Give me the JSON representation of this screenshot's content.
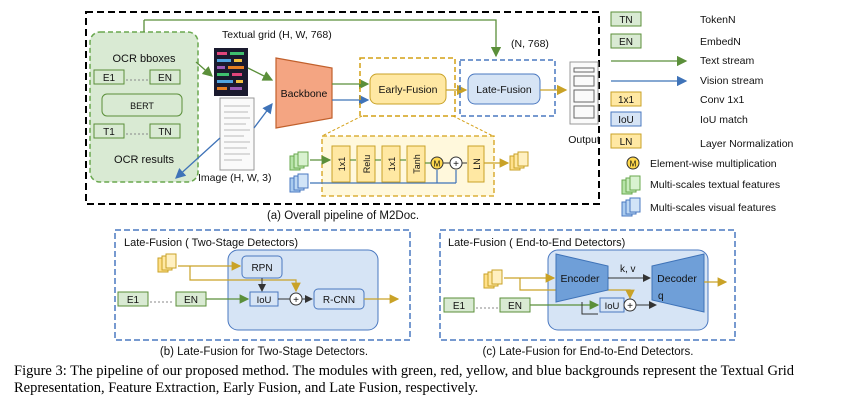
{
  "colors": {
    "green_fill": "#d9ead3",
    "green_stroke": "#6aa84f",
    "red_fill": "#f4a582",
    "yellow_fill": "#ffe8a3",
    "yellow_stroke": "#d4a017",
    "blue_fill": "#d6e4f5",
    "blue_stroke": "#4a78c0",
    "text_arrow": "#5b8f3a",
    "vision_arrow": "#3f73b8",
    "output_arrow": "#c9a227"
  },
  "main": {
    "ocr_bboxes": "OCR bboxes",
    "ocr_results": "OCR results",
    "e1": "E1",
    "en": "EN",
    "t1": "T1",
    "tn": "TN",
    "bert": "BERT",
    "textual_grid": "Textual grid (H, W, 768)",
    "image_label": "Image (H, W, 3)",
    "backbone": "Backbone",
    "early_fusion": "Early-Fusion",
    "late_fusion": "Late-Fusion",
    "n768": "(N, 768)",
    "output": "Output",
    "conv1": "1x1",
    "relu": "Relu",
    "conv2": "1x1",
    "tanh": "Tanh",
    "mult": "M",
    "plus": "+",
    "ln": "LN",
    "caption_a": "(a) Overall pipeline of M2Doc."
  },
  "legend": [
    {
      "key": "TN",
      "label": "TokenN",
      "kind": "green-box"
    },
    {
      "key": "EN",
      "label": "EmbedN",
      "kind": "green-box"
    },
    {
      "key": "",
      "label": "Text stream",
      "kind": "green-arrow"
    },
    {
      "key": "",
      "label": "Vision stream",
      "kind": "blue-arrow"
    },
    {
      "key": "1x1",
      "label": "Conv 1x1",
      "kind": "yellow-box"
    },
    {
      "key": "IoU",
      "label": "IoU match",
      "kind": "blue-box"
    },
    {
      "key": "LN",
      "label": "Layer Normalization",
      "kind": "yellow-box"
    },
    {
      "key": "M",
      "label": "Element-wise multiplication",
      "kind": "circle"
    },
    {
      "key": "",
      "label": "Multi-scales textual features",
      "kind": "green-stack"
    },
    {
      "key": "",
      "label": "Multi-scales visual features",
      "kind": "blue-stack"
    }
  ],
  "panel_b": {
    "title": "Late-Fusion ( Two-Stage Detectors)",
    "rpn": "RPN",
    "iou": "IoU",
    "plus": "+",
    "rcnn": "R-CNN",
    "e1": "E1",
    "en": "EN",
    "caption": "(b) Late-Fusion for Two-Stage Detectors."
  },
  "panel_c": {
    "title": "Late-Fusion ( End-to-End Detectors)",
    "encoder": "Encoder",
    "decoder": "Decoder",
    "kv": "k, v",
    "q": "q",
    "iou": "IoU",
    "plus": "+",
    "e1": "E1",
    "en": "EN",
    "caption": "(c) Late-Fusion for End-to-End Detectors."
  },
  "figure_caption": "Figure 3: The pipeline of our proposed method. The modules with green, red, yellow, and blue backgrounds represent the Textual Grid Representation, Feature Extraction, Early Fusion, and Late Fusion, respectively."
}
